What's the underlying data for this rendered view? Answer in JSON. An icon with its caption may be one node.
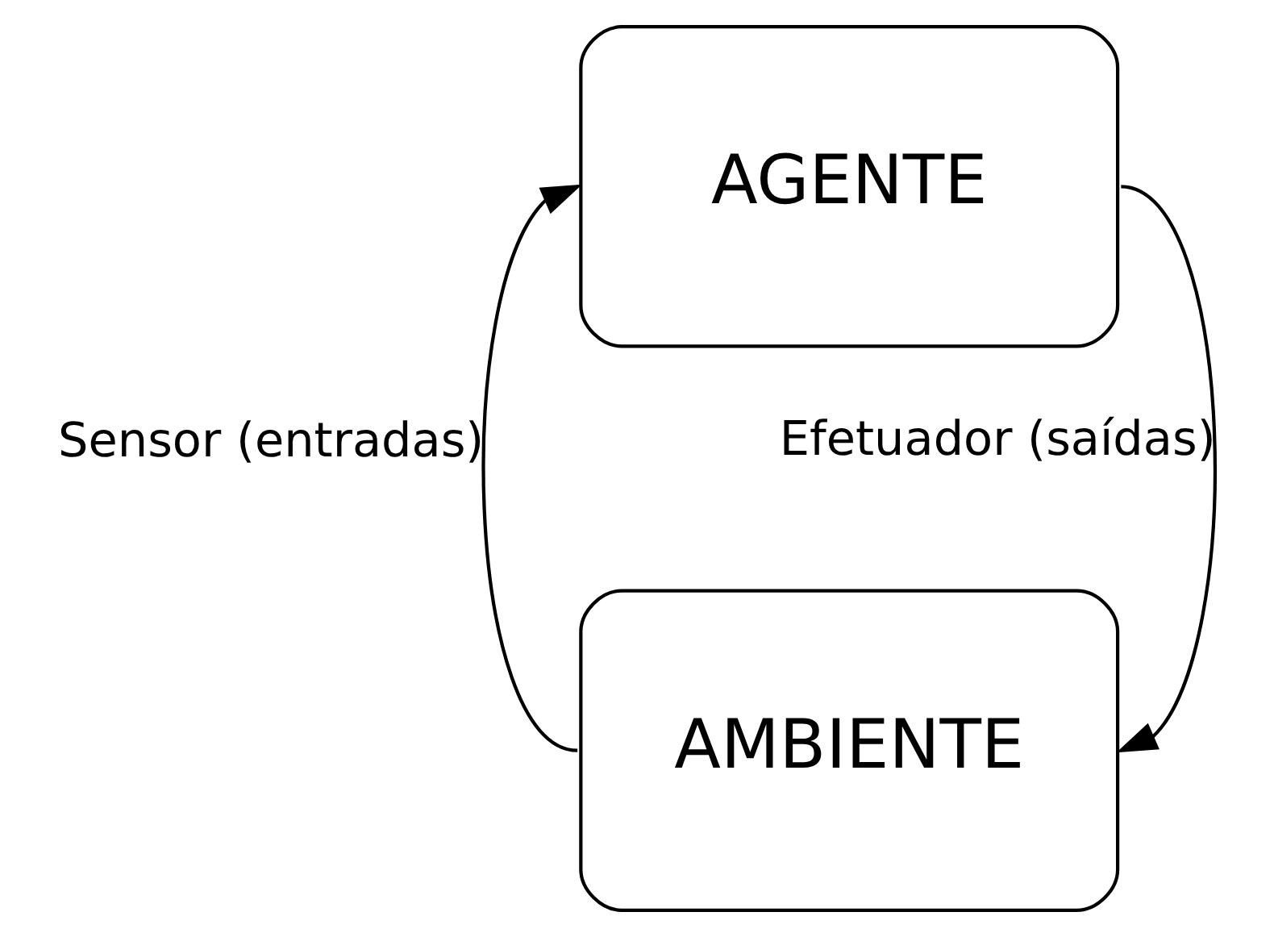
{
  "diagram": {
    "nodes": [
      {
        "text": [
          "AGENTE"
        ]
      },
      {
        "text": [
          "AMBIENTE"
        ]
      }
    ],
    "edges": [
      {
        "from": 1,
        "to": 0,
        "arrow": "to",
        "label": "Sensor (entradas)"
      },
      {
        "from": 0,
        "to": 1,
        "arrow": "to",
        "label": "Efetuador (saídas)"
      }
    ]
  }
}
